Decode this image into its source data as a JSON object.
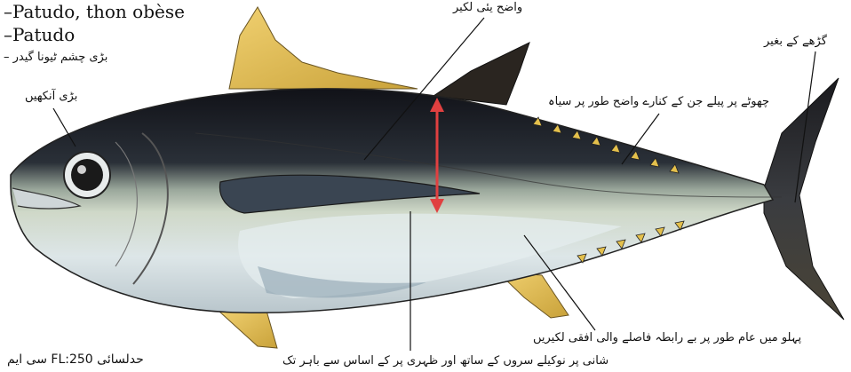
{
  "names": {
    "fao_spanish": "Patudo, thon obèse",
    "fao_french": "Patudo",
    "urdu": "بڑی چشم ٹیونا گیدر"
  },
  "labels": {
    "lateral_line": "واضح یئی لکیر",
    "big_eye": "بڑی آنکھیں",
    "keel": "گڑھے کے بغیر",
    "finlets": "چھوٹے پر پیلے جن کے کنارے واضح طور پر سیاہ",
    "belly_stripes": "پہلو میں عام طور پر بے رابطہ فاصلے والی افقی لکیریں",
    "pectoral_fin": "شانی پر نوکیلے سروں کے ساتھ اور ظہری پر کے اساس سے باہر تک",
    "max_size": "حدلسائی FL:250 سی ایم"
  },
  "colors": {
    "back": "#15161c",
    "belly": "#d8e3e4",
    "fin_yellow": "#e7c355",
    "arrow": "#e04040"
  }
}
